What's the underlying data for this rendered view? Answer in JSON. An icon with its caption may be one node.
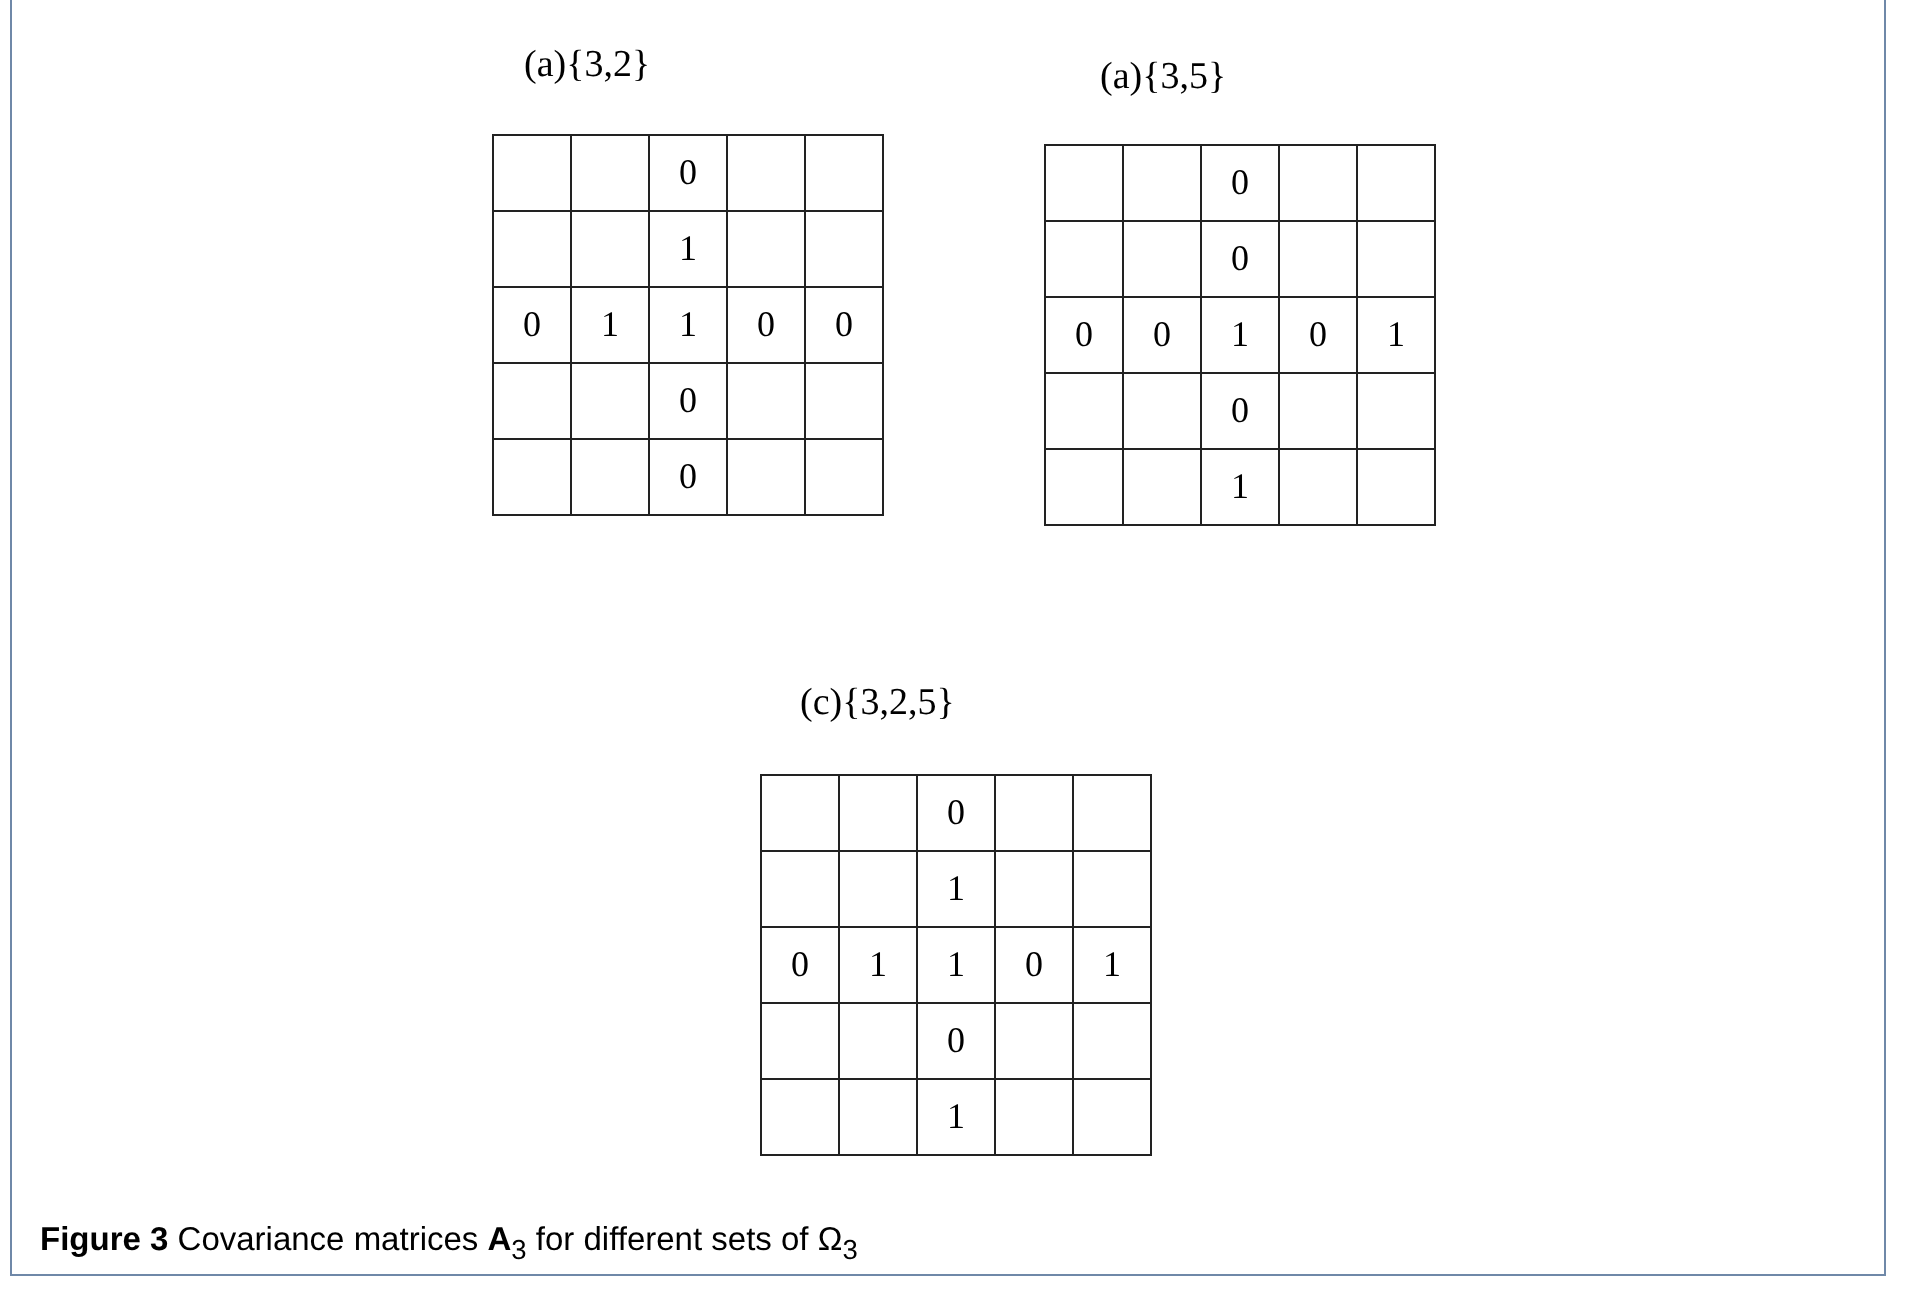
{
  "diagram": {
    "caption": "**Figure 3** Covariance matrices **A**$_{3}$ for different sets of Ω$_{3}$",
    "labels": [
      "(a){3,2}",
      "0",
      "1",
      "0",
      "1",
      "1",
      "0",
      "0",
      "0",
      "0",
      "(a){3,5}",
      "0",
      "0",
      "0",
      "0",
      "1",
      "0",
      "1",
      "0",
      "1",
      "(c){3,2,5}",
      "0",
      "1",
      "0",
      "1",
      "1",
      "0",
      "1",
      "0",
      "1"
    ]
  }
}
